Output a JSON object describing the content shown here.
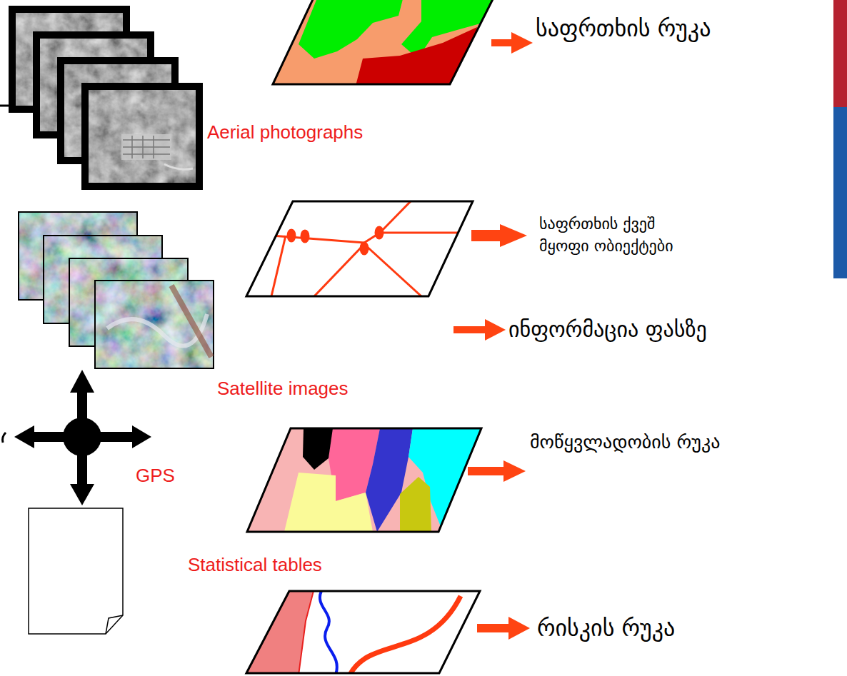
{
  "diagram": {
    "labels": [
      "საფრთხის რუკა",
      "Aerial photographs",
      "საფრთხის ქვეშ მყოფი ობიექტები",
      "Satellite images",
      "ინფორმაცია ფასზე",
      "GPS",
      "მოწყვლადობის რუკა",
      "Statistical tables",
      "რისკის რუკა"
    ]
  }
}
